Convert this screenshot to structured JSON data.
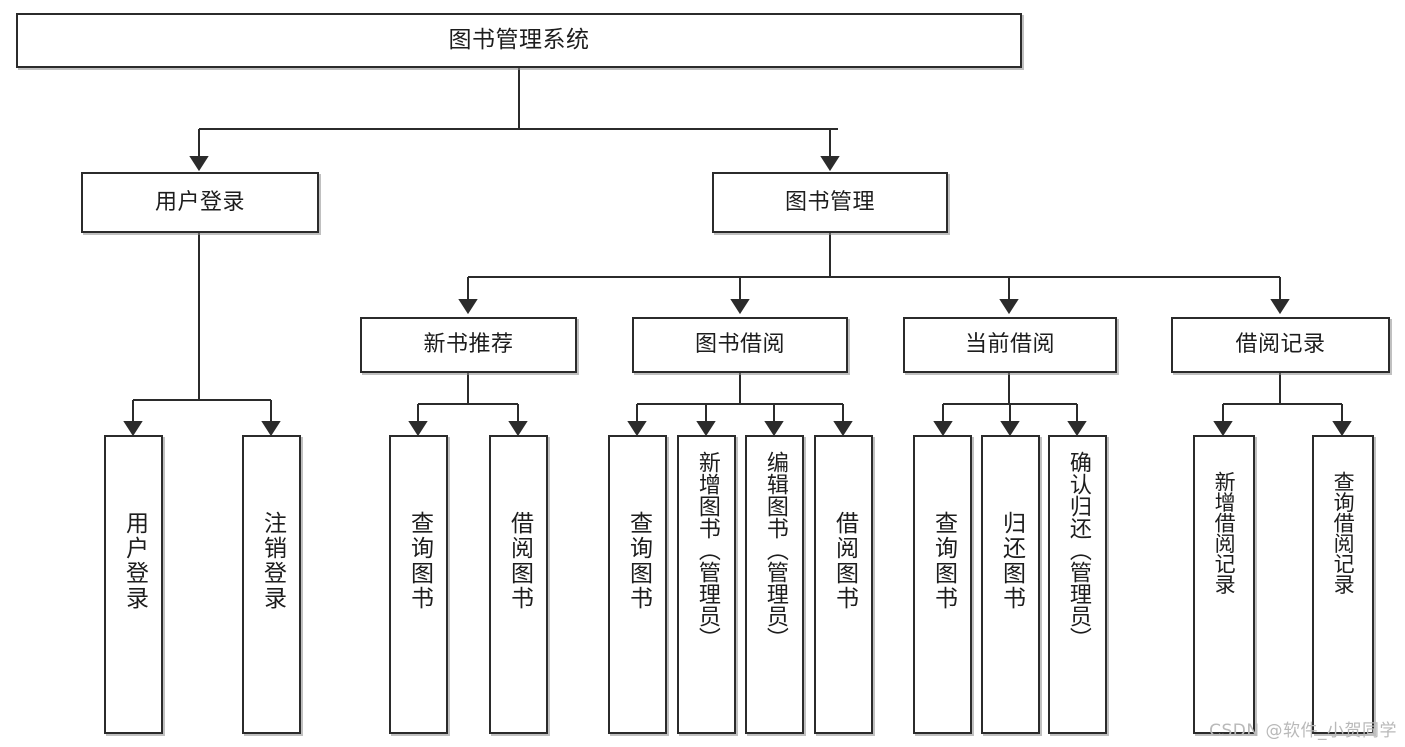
{
  "diagram": {
    "title": "图书管理系统",
    "type": "tree-hierarchy-chart",
    "watermark": "CSDN @软件_小贺同学",
    "colors": {
      "node_border": "#2b2b2b",
      "node_fill": "#ffffff",
      "edge": "#2b2b2b",
      "shadow": "#8c8c8c",
      "watermark": "#b9b9b9",
      "background": "#ffffff"
    },
    "nodes": {
      "root": {
        "label": "图书管理系统"
      },
      "level2": [
        {
          "id": "user-login",
          "label": "用户登录"
        },
        {
          "id": "book-manage",
          "label": "图书管理"
        }
      ],
      "level3": [
        {
          "id": "new-book-recommend",
          "label": "新书推荐"
        },
        {
          "id": "book-borrow",
          "label": "图书借阅"
        },
        {
          "id": "current-borrow",
          "label": "当前借阅"
        },
        {
          "id": "borrow-record",
          "label": "借阅记录"
        }
      ],
      "leaves": {
        "user_login": [
          {
            "id": "leaf-user-login",
            "label": "用户登录"
          },
          {
            "id": "leaf-logout",
            "label": "注销登录"
          }
        ],
        "new_book_recommend": [
          {
            "id": "leaf-query-book-1",
            "label": "查询图书"
          },
          {
            "id": "leaf-borrow-book-1",
            "label": "借阅图书"
          }
        ],
        "book_borrow": [
          {
            "id": "leaf-query-book-2",
            "label": "查询图书"
          },
          {
            "id": "leaf-add-book",
            "label": "新增图书（管理员）"
          },
          {
            "id": "leaf-edit-book",
            "label": "编辑图书（管理员）"
          },
          {
            "id": "leaf-borrow-book-2",
            "label": "借阅图书"
          }
        ],
        "current_borrow": [
          {
            "id": "leaf-query-book-3",
            "label": "查询图书"
          },
          {
            "id": "leaf-return-book",
            "label": "归还图书"
          },
          {
            "id": "leaf-confirm-return",
            "label": "确认归还（管理员）"
          }
        ],
        "borrow_record": [
          {
            "id": "leaf-add-record",
            "label": "新增借阅记录"
          },
          {
            "id": "leaf-query-record",
            "label": "查询借阅记录"
          }
        ]
      }
    }
  }
}
